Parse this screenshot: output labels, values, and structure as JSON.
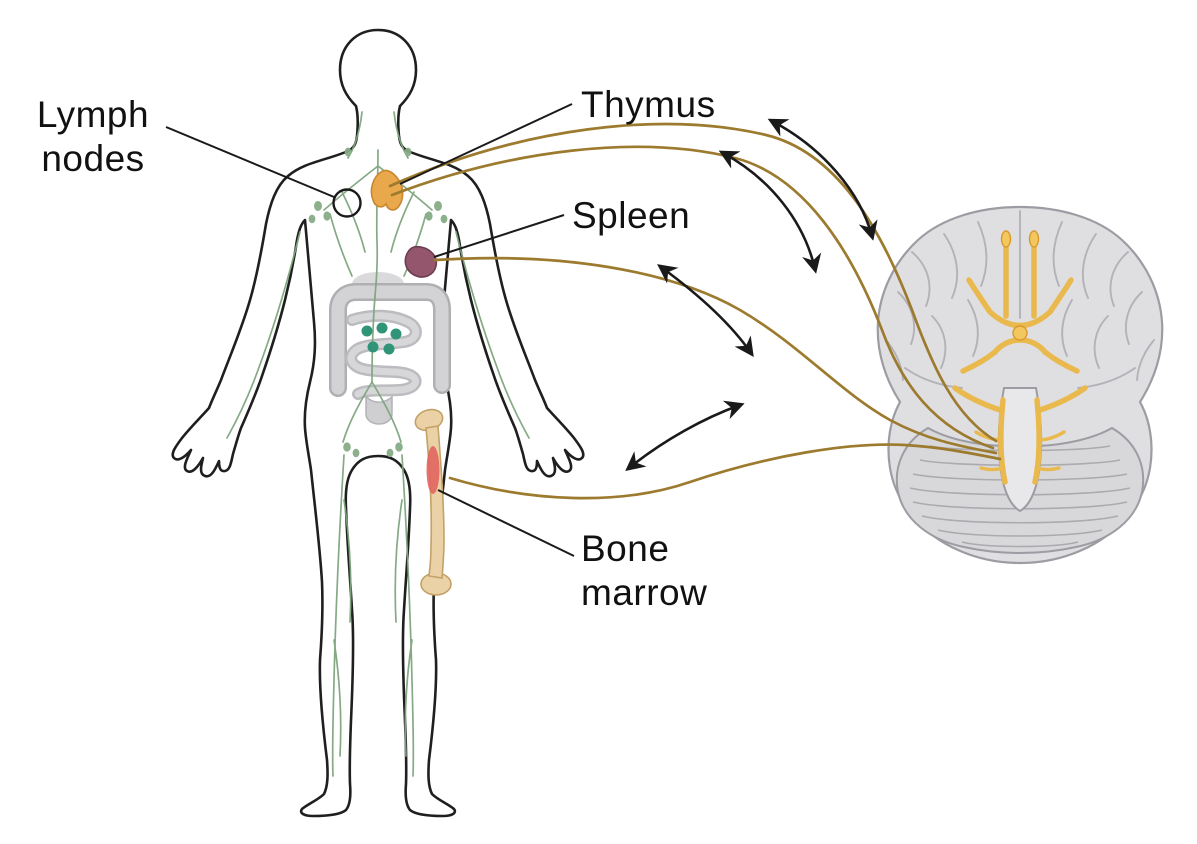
{
  "figure": {
    "labels": {
      "lymph_nodes": "Lymph\nnodes",
      "thymus": "Thymus",
      "spleen": "Spleen",
      "bone_marrow": "Bone\nmarrow"
    },
    "colors": {
      "background": "#ffffff",
      "body_outline": "#1f1f1f",
      "pathway_brown": "#9c7a2e",
      "arrow_black": "#1a1a1a",
      "lymphatic_green": "#7fa57f",
      "node_dot_teal": "#2f9478",
      "thymus_orange": "#eaa84d",
      "spleen_purple": "#94566c",
      "bone_tan": "#ead2a6",
      "marrow_red": "#e2655f",
      "brain_gray": "#dfdfe2",
      "cranial_nerve_yellow": "#f2c75e"
    }
  }
}
